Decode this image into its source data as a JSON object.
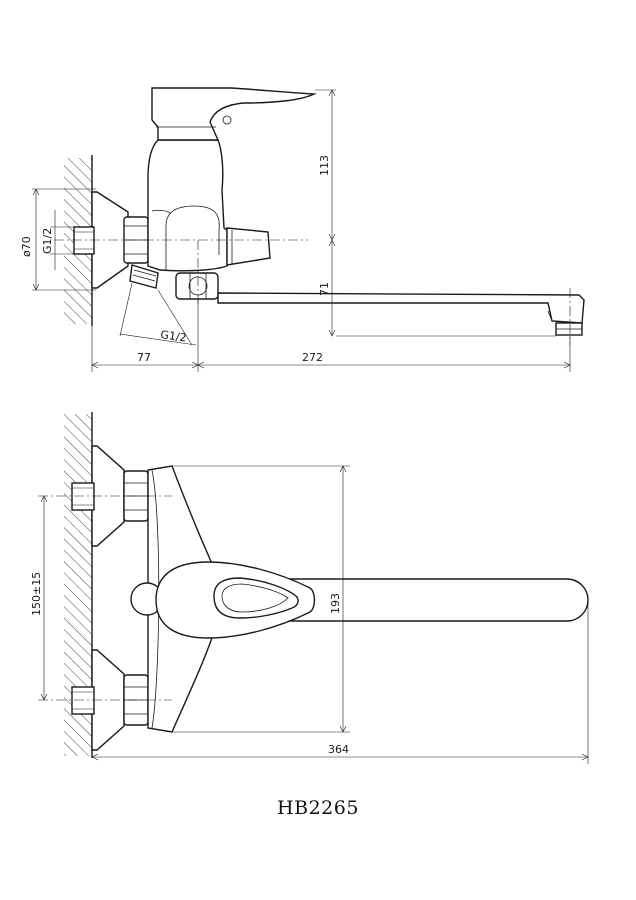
{
  "side_view": {
    "dimensions": {
      "outlet_diameter": "ø70",
      "thread_top": "G1/2",
      "thread_bottom": "G1/2",
      "height_113": "113",
      "height_71": "71",
      "depth_77": "77",
      "reach_272": "272"
    }
  },
  "top_view": {
    "dimensions": {
      "centers": "150±15",
      "height_193": "193",
      "length_364": "364"
    }
  },
  "model_code": "HB2265"
}
